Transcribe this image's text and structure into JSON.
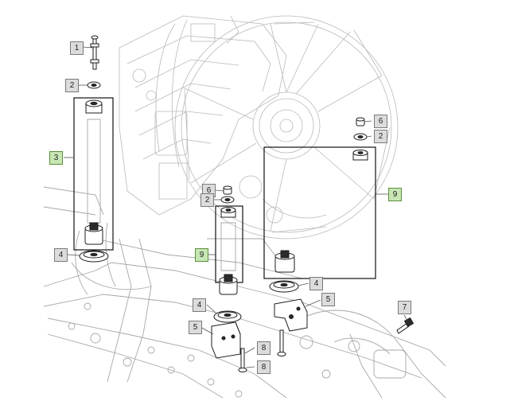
{
  "callouts": {
    "c1": "1",
    "c2a": "2",
    "c3": "3",
    "c4a": "4",
    "c6a": "6",
    "c2b": "2",
    "c6b": "6",
    "c2c": "2",
    "c9a": "9",
    "c9b": "9",
    "c4b": "4",
    "c4c": "4",
    "c5a": "5",
    "c5b": "5",
    "c7": "7",
    "c8a": "8",
    "c8b": "8"
  },
  "colors": {
    "callout_fill": "#dcdcdc",
    "callout_highlight_fill": "#c8e6b4",
    "linework": "#b9b9b9",
    "parts": "#1c1c1c"
  }
}
